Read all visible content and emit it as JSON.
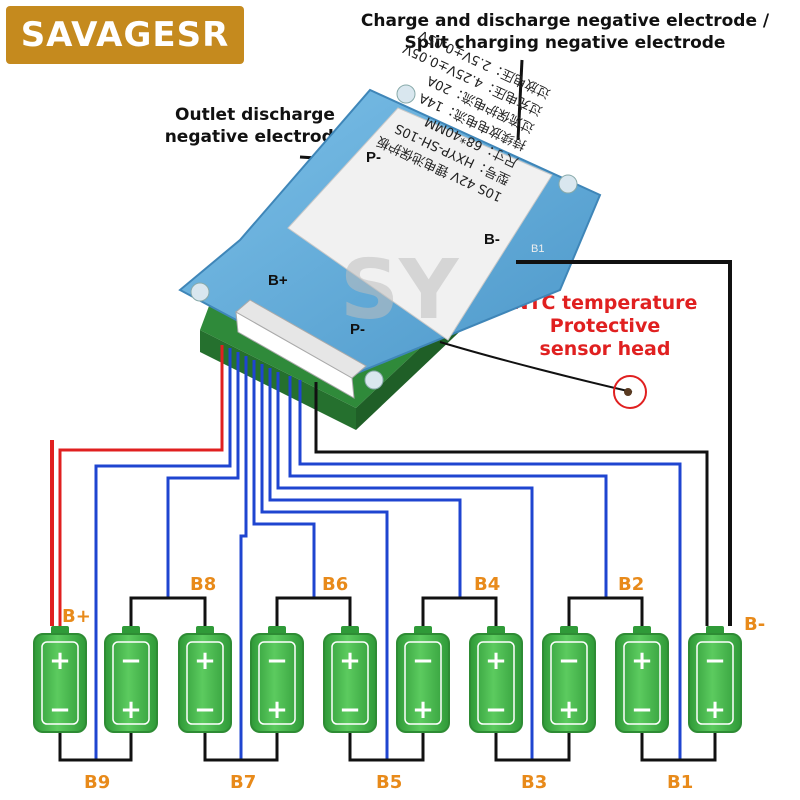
{
  "brand": {
    "name": "SAVAGESR"
  },
  "callouts": {
    "charge_line1": "Charge and discharge negative electrode /",
    "charge_line2": "Split charging negative electrode",
    "outlet_line1": "Outlet discharge",
    "outlet_line2": "negative electrode",
    "ntc_line1": "NTC temperature",
    "ntc_line2": "Protective",
    "ntc_line3": "sensor head"
  },
  "board": {
    "label_lines": [
      "10S 42V 锂电池保护板",
      "型号：HXYP-SH-10S",
      "尺寸：68*40MM",
      "持续放电电流：14A",
      "过流保护电流：20A",
      "过充电压：4.25V±0.05V",
      "过放电压：2.5V±0.05V"
    ],
    "pad_b_minus": "B-",
    "pad_b_plus": "B+",
    "pad_p_minus": "P-",
    "pad_p_minus_bottom": "P-",
    "pad_b1": "B1",
    "watermark": "SY"
  },
  "top_labels": [
    "B8",
    "B6",
    "B4",
    "B2"
  ],
  "bottom_labels": [
    "B9",
    "B7",
    "B5",
    "B3",
    "B1"
  ],
  "end_labels": {
    "plus": "B+",
    "minus": "B-"
  },
  "cells": [
    {
      "top": "+",
      "bottom": "−"
    },
    {
      "top": "−",
      "bottom": "+"
    },
    {
      "top": "+",
      "bottom": "−"
    },
    {
      "top": "−",
      "bottom": "+"
    },
    {
      "top": "+",
      "bottom": "−"
    },
    {
      "top": "−",
      "bottom": "+"
    },
    {
      "top": "+",
      "bottom": "−"
    },
    {
      "top": "−",
      "bottom": "+"
    },
    {
      "top": "+",
      "bottom": "−"
    },
    {
      "top": "−",
      "bottom": "+"
    }
  ],
  "colors": {
    "brand": "#c58a1e",
    "board_blue": "#5ba6d6",
    "pcb_green": "#2f8a3a",
    "wire_red": "#e02020",
    "wire_blue": "#1f45d0",
    "wire_black": "#111111",
    "cell_green": "#43b84a",
    "label_orange": "#e88a1a"
  }
}
